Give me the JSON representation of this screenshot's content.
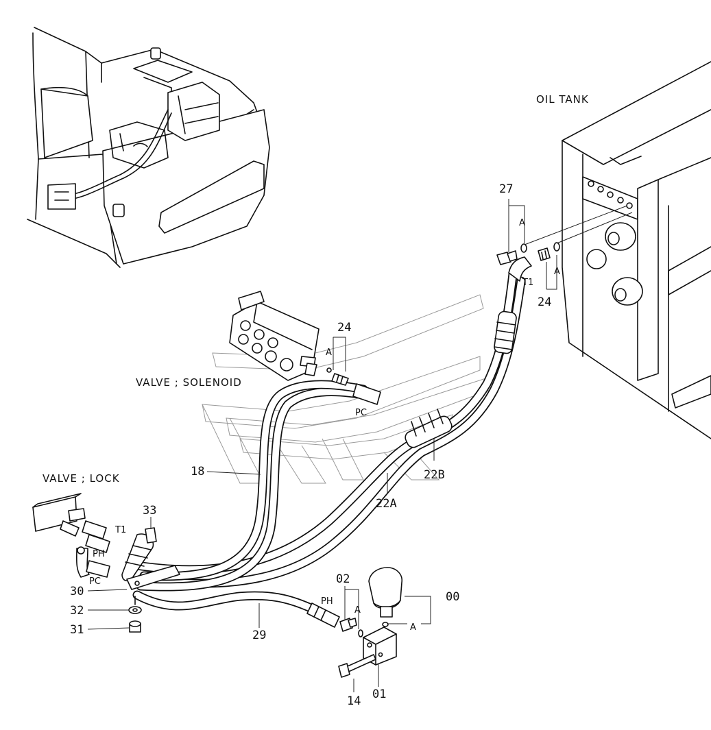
{
  "labels": {
    "oil_tank": "OIL TANK",
    "valve_solenoid": "VALVE ; SOLENOID",
    "valve_lock": "VALVE ; LOCK"
  },
  "ports": {
    "t1_tank": "T1",
    "pc_solenoid": "PC",
    "t1_lock": "T1",
    "ph_lock": "PH",
    "pc_lock": "PC",
    "ph_hose": "PH"
  },
  "detail_marks": {
    "a_27": "A",
    "a_24_right": "A",
    "a_24_mid": "A",
    "a_02": "A",
    "a_00": "A"
  },
  "callouts": {
    "p27": "27",
    "p24_right": "24",
    "p24_mid": "24",
    "p18": "18",
    "p22b": "22B",
    "p22a": "22A",
    "p33": "33",
    "p30": "30",
    "p32": "32",
    "p31": "31",
    "p29": "29",
    "p02": "02",
    "p00": "00",
    "p14": "14",
    "p01": "01"
  }
}
